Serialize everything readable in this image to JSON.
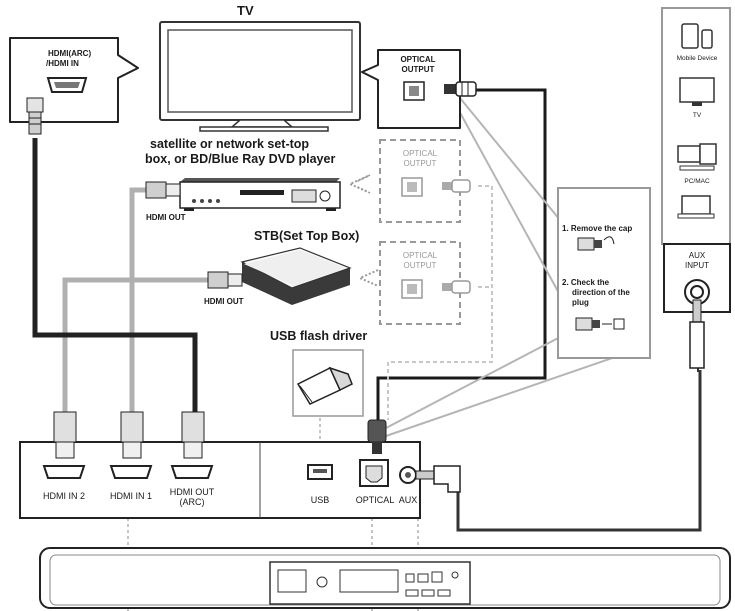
{
  "tv": {
    "label": "TV"
  },
  "hdmi_arc_callout": {
    "line1": "HDMI(ARC)",
    "line2": "/HDMI IN"
  },
  "optical_callout": {
    "line1": "OPTICAL",
    "line2": "OUTPUT"
  },
  "player": {
    "line1": "satellite or network set-top",
    "line2": "box, or BD/Blue Ray DVD player",
    "port_label": "HDMI OUT"
  },
  "player_optical": {
    "line1": "OPTICAL",
    "line2": "OUTPUT"
  },
  "stb": {
    "label": "STB(Set Top Box)",
    "port_label": "HDMI OUT"
  },
  "stb_optical": {
    "line1": "OPTICAL",
    "line2": "OUTPUT"
  },
  "usb": {
    "label": "USB flash driver"
  },
  "instructions": {
    "step1": "1.  Remove the cap",
    "step2_line1": "2.  Check the",
    "step2_line2": "direction of the",
    "step2_line3": "plug"
  },
  "aux_devices": {
    "mobile": "Mobile Device",
    "tv": "TV",
    "pc": "PC/MAC"
  },
  "aux_input": {
    "line1": "AUX",
    "line2": "INPUT"
  },
  "panel": {
    "hdmi_in2": "HDMI IN 2",
    "hdmi_in1": "HDMI IN 1",
    "hdmi_out_line1": "HDMI OUT",
    "hdmi_out_line2": "(ARC)",
    "usb": "USB",
    "optical": "OPTICAL",
    "aux": "AUX"
  },
  "colors": {
    "hdmi_arc_cable": "#222222",
    "hdmi_input_cable": "#b0b0b0",
    "optical_cable": "#1a1a1a",
    "box_border": "#7a7a7a"
  }
}
